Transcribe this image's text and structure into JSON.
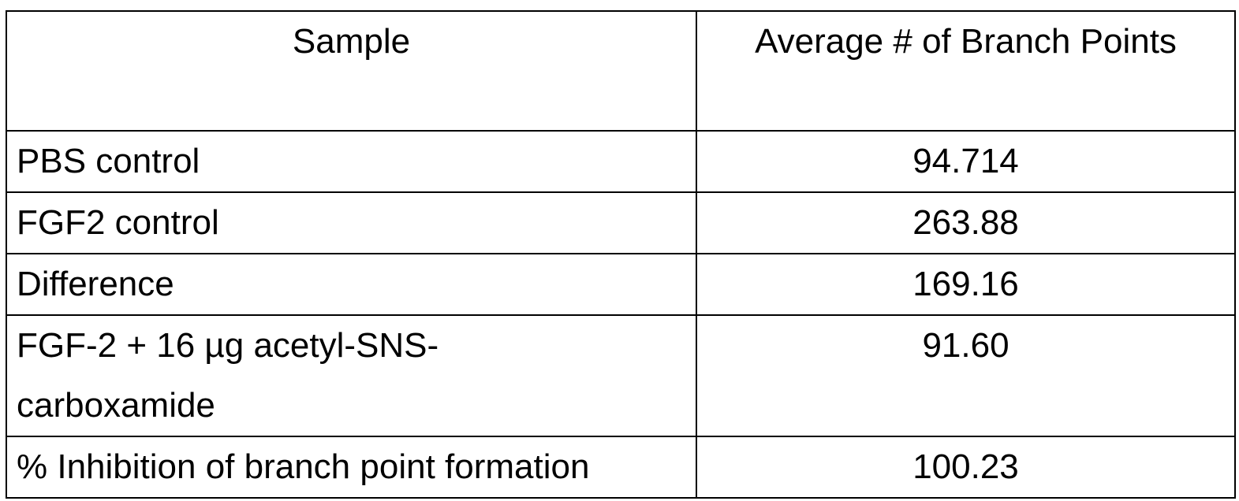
{
  "table": {
    "headers": {
      "sample": "Sample",
      "value": "Average # of Branch Points"
    },
    "rows": [
      {
        "sample": "PBS control",
        "value": "94.714"
      },
      {
        "sample": "FGF2 control",
        "value": "263.88"
      },
      {
        "sample": "Difference",
        "value": "169.16"
      },
      {
        "sample": "FGF-2 + 16 µg acetyl-SNS-carboxamide",
        "value": "91.60"
      },
      {
        "sample": "% Inhibition of branch point formation",
        "value": "100.23"
      }
    ]
  },
  "chart_data": {
    "type": "table",
    "columns": [
      "Sample",
      "Average # of Branch Points"
    ],
    "rows": [
      [
        "PBS control",
        94.714
      ],
      [
        "FGF2 control",
        263.88
      ],
      [
        "Difference",
        169.16
      ],
      [
        "FGF-2 + 16 µg acetyl-SNS-carboxamide",
        91.6
      ],
      [
        "% Inhibition of branch point formation",
        100.23
      ]
    ]
  }
}
